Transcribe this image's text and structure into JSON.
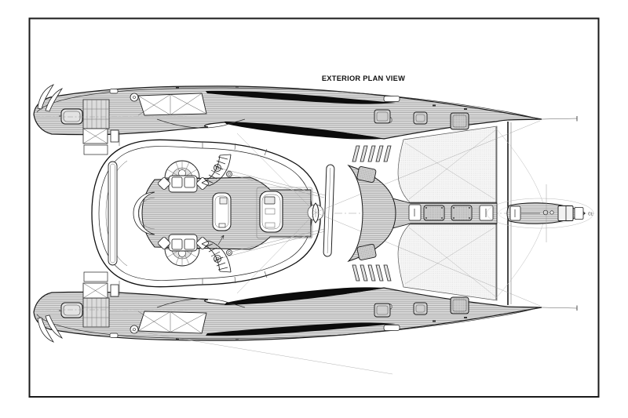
{
  "title": "EXTERIOR PLAN VIEW",
  "labels": {
    "centerline": "CL"
  },
  "drawing": {
    "type": "naval-architecture-plan",
    "subject": "catamaran exterior plan view (top-down)"
  },
  "colors": {
    "background": "#ffffff",
    "frame_line": "#1a1a1a",
    "main_line": "#1a1a1a",
    "deck_fill": "#d9d9d9",
    "deck_plank_line": "#8c8c8c",
    "trampoline_fill": "#f6f6f6",
    "trampoline_dot": "#bfbfbf",
    "hatch_fill": "#cfcfcf",
    "shadow_sliver": "#0c0c0c",
    "faint_line": "#999999"
  }
}
